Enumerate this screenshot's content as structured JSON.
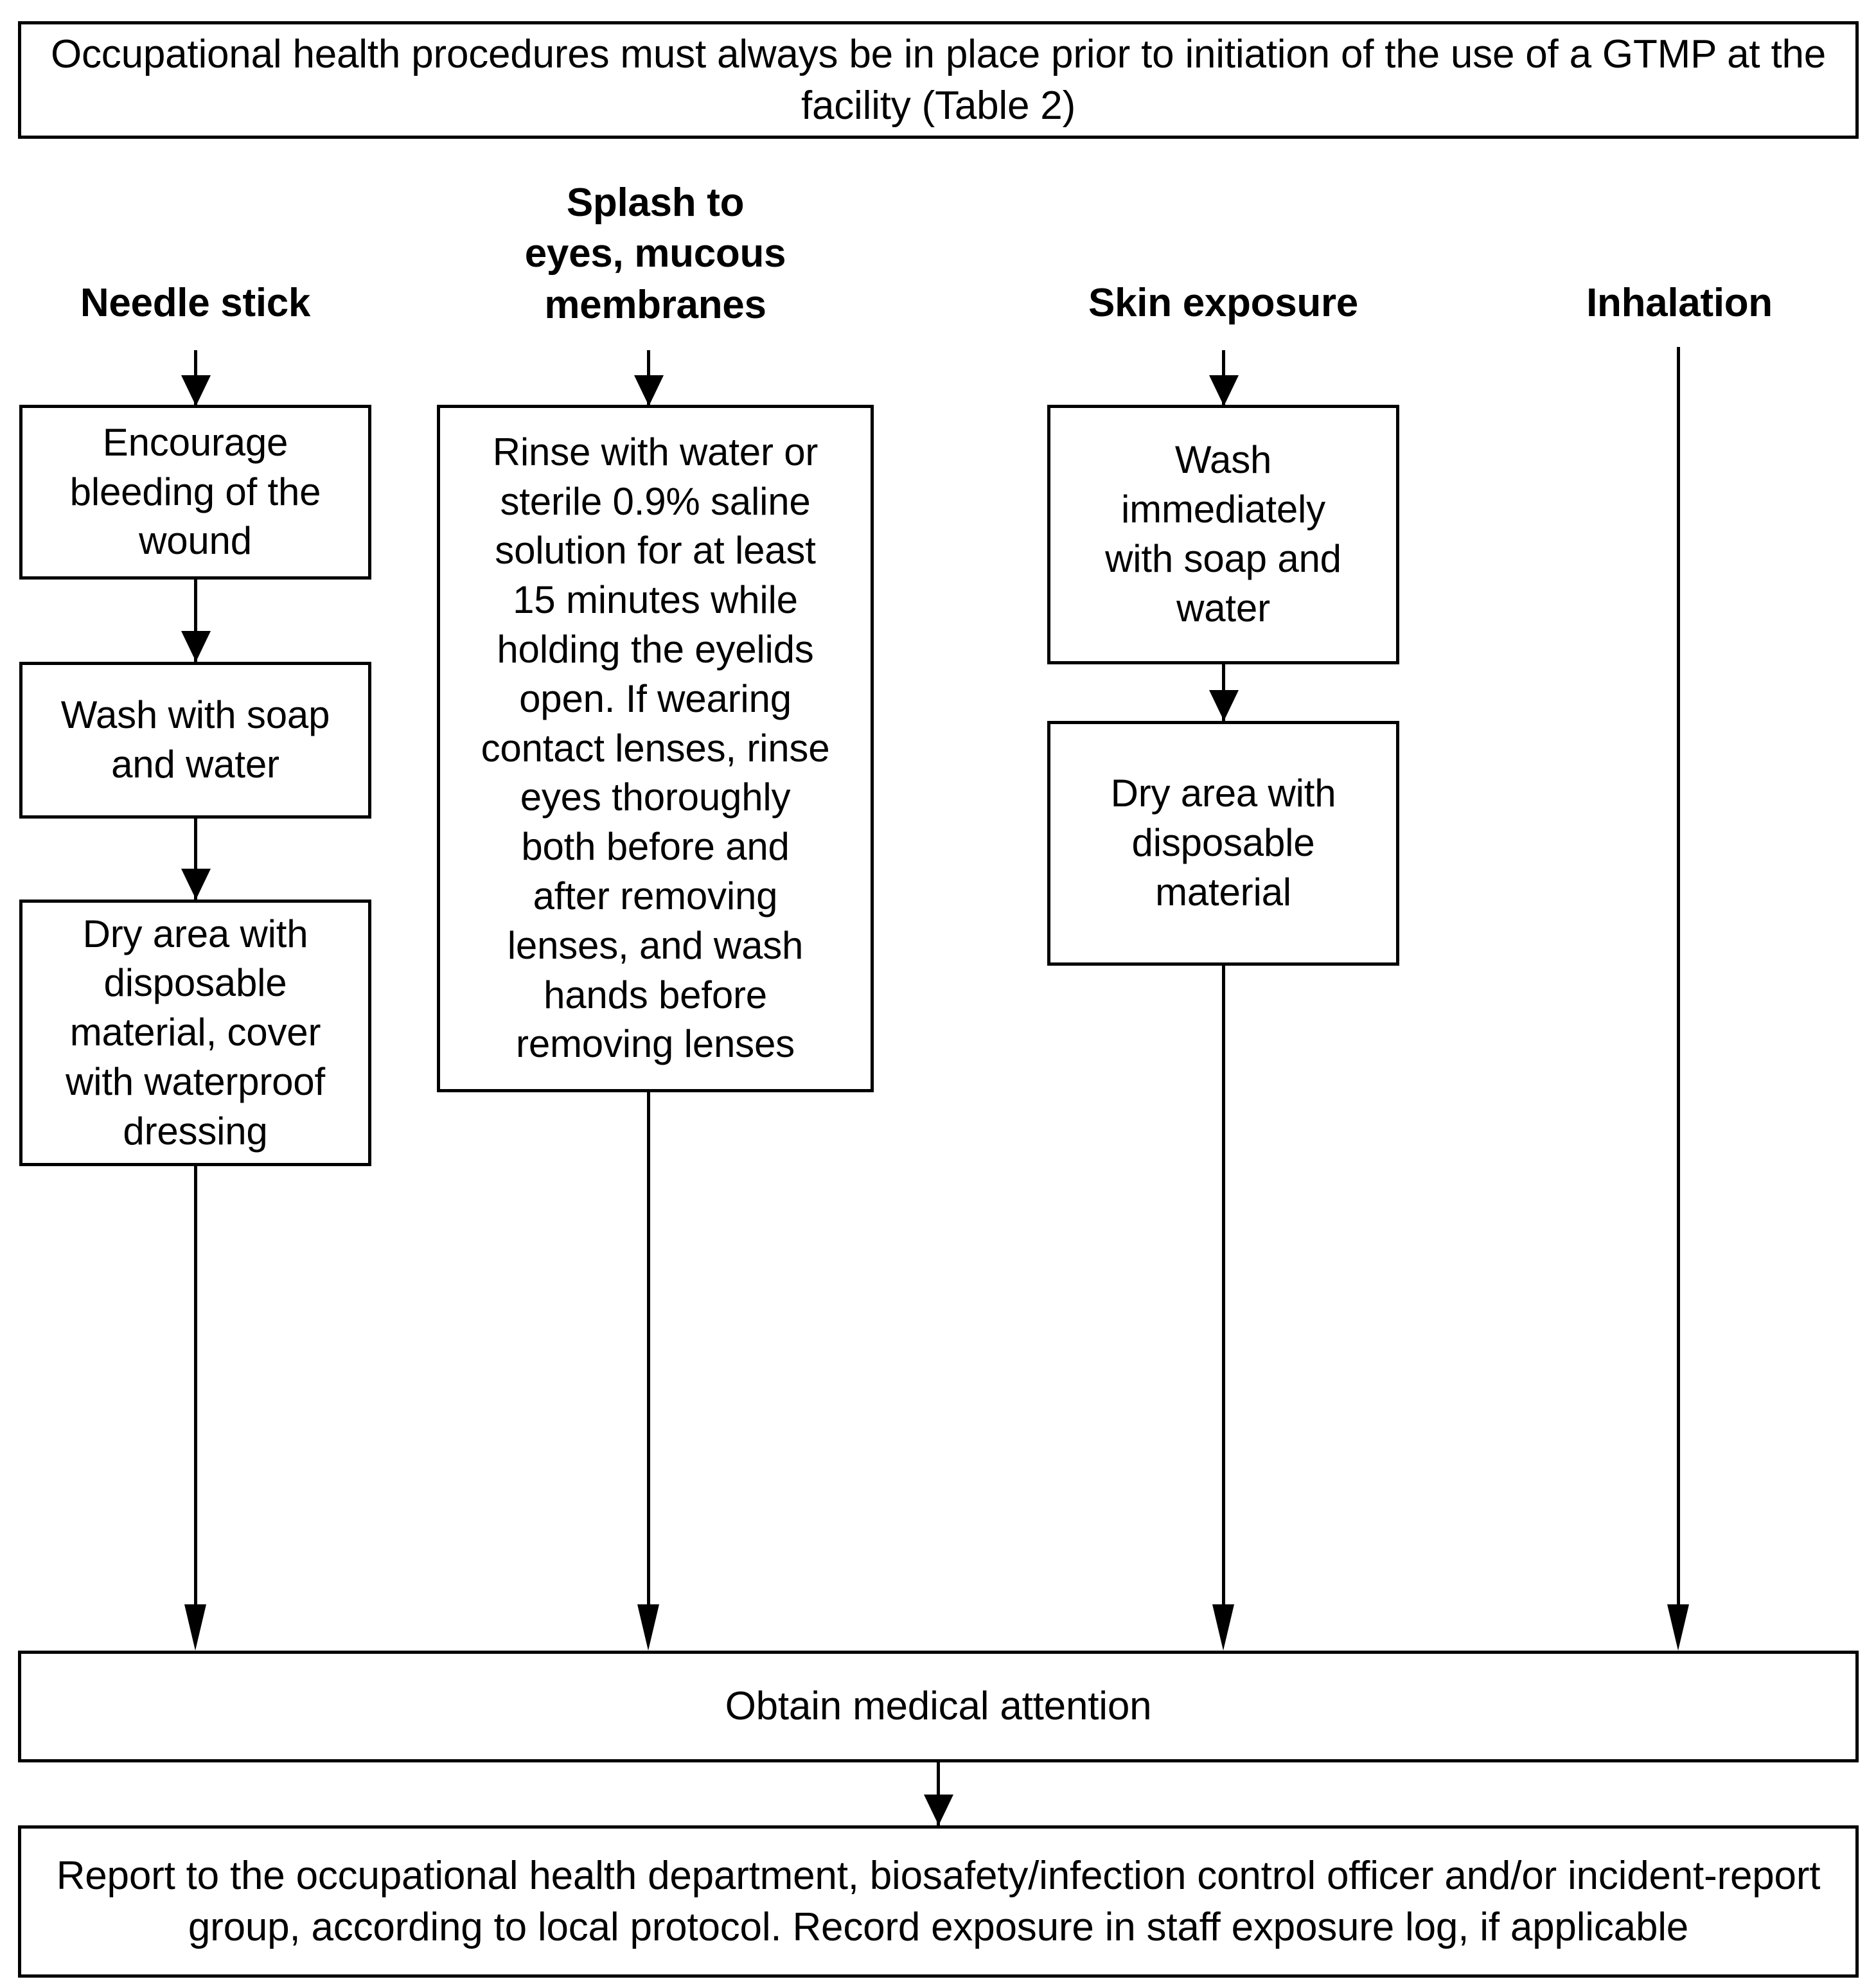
{
  "header": {
    "text": "Occupational health procedures must always be in place prior to initiation of the use of a GTMP at the facility (Table 2)"
  },
  "columns": [
    {
      "id": "needle-stick",
      "header": "Needle stick",
      "steps": [
        "Encourage\nbleeding of the\nwound",
        "Wash with soap\nand water",
        "Dry area with\ndisposable\nmaterial, cover\nwith waterproof\ndressing"
      ]
    },
    {
      "id": "splash-eyes-mucous-membranes",
      "header": "Splash to\neyes, mucous\nmembranes",
      "steps": [
        "Rinse with water or\nsterile 0.9% saline\nsolution for at least\n15 minutes while\nholding the eyelids\nopen. If wearing\ncontact lenses, rinse\neyes thoroughly\nboth before and\nafter removing\nlenses, and wash\nhands before\nremoving lenses"
      ]
    },
    {
      "id": "skin-exposure",
      "header": "Skin exposure",
      "steps": [
        "Wash\nimmediately\nwith soap and\nwater",
        "Dry area with\ndisposable\nmaterial"
      ]
    },
    {
      "id": "inhalation",
      "header": "Inhalation",
      "steps": []
    }
  ],
  "convergence": {
    "medical": "Obtain medical attention",
    "report": "Report to the occupational health department, biosafety/infection control officer and/or incident-report group, according to local protocol. Record exposure in staff exposure log, if applicable"
  },
  "colors": {
    "stroke": "#000000",
    "background": "#ffffff",
    "text": "#000000"
  }
}
